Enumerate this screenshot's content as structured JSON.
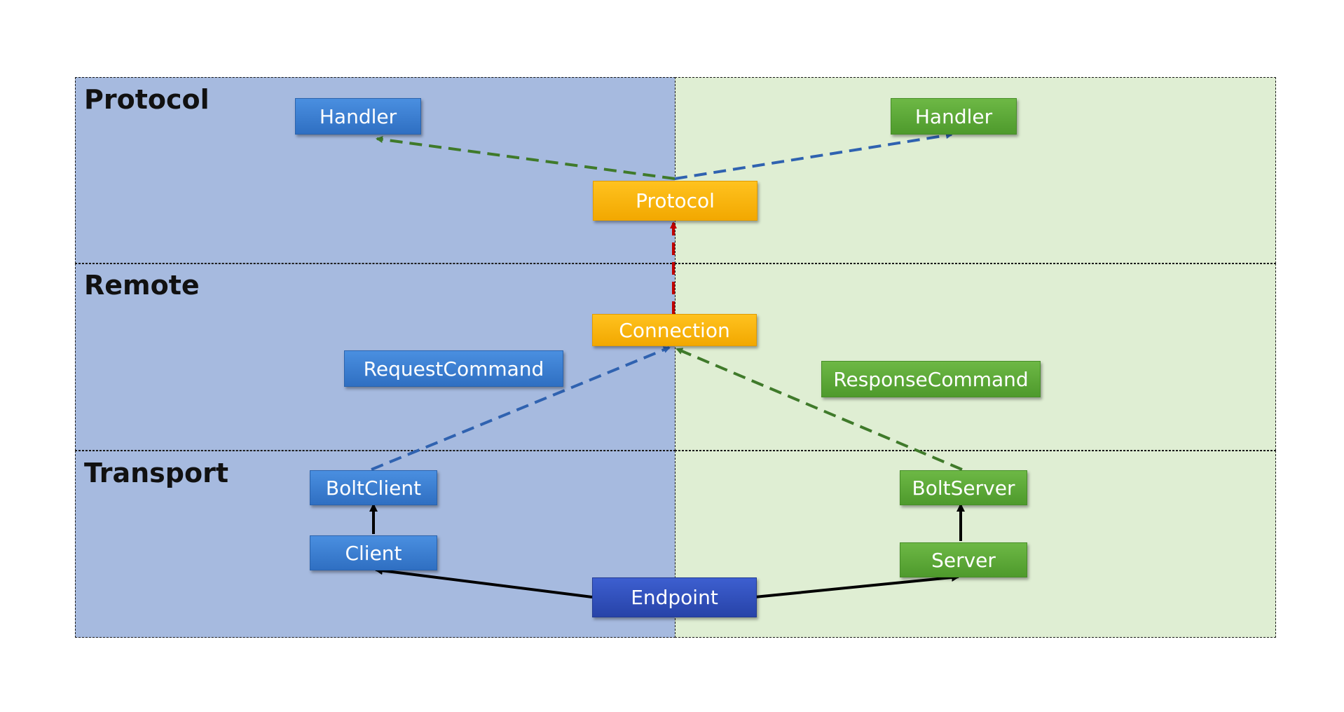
{
  "layers": {
    "protocol": "Protocol",
    "remote": "Remote",
    "transport": "Transport"
  },
  "nodes": {
    "handler_left": "Handler",
    "handler_right": "Handler",
    "protocol": "Protocol",
    "connection": "Connection",
    "request_command": "RequestCommand",
    "response_command": "ResponseCommand",
    "bolt_client": "BoltClient",
    "client": "Client",
    "bolt_server": "BoltServer",
    "server": "Server",
    "endpoint": "Endpoint"
  },
  "colors": {
    "client_side_bg": "#a6badf",
    "server_side_bg": "#dfeed3",
    "client_node": "#3a7fd5",
    "server_node": "#5aa637",
    "core_node": "#ffbb10",
    "endpoint_node": "#2f4fbb",
    "edge_green_dashed": "#3f7a2a",
    "edge_blue_dashed": "#2f62b0",
    "edge_red_dashed": "#c00000",
    "edge_solid": "#000000"
  }
}
